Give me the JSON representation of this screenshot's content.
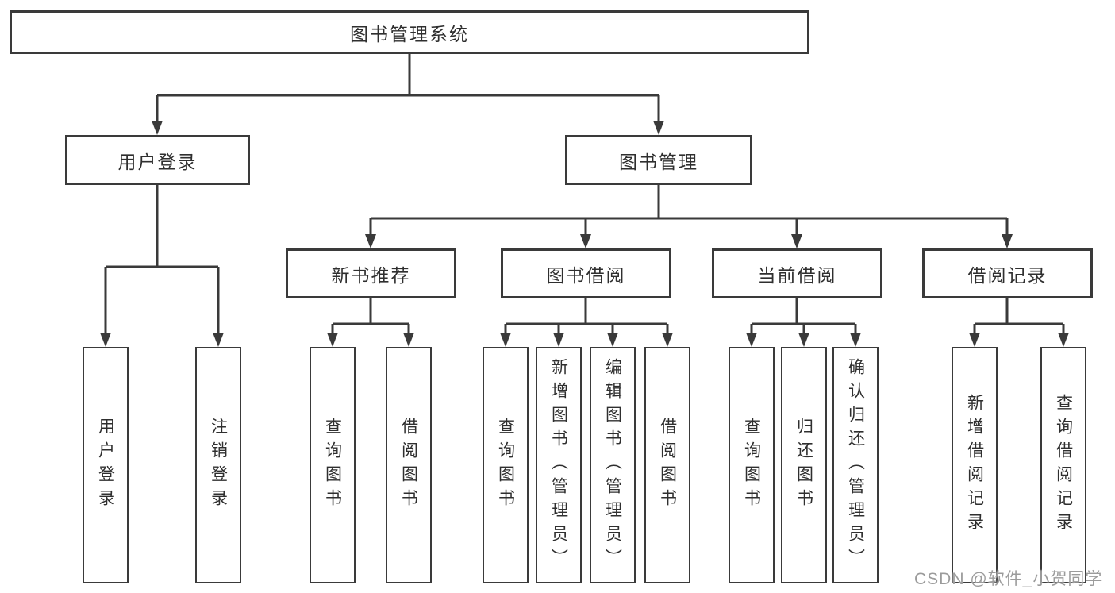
{
  "diagram": {
    "root": {
      "label": "图书管理系统"
    },
    "level2": {
      "user_login": {
        "label": "用户登录"
      },
      "book_management": {
        "label": "图书管理"
      }
    },
    "level3": {
      "new_book_recommend": {
        "label": "新书推荐"
      },
      "book_borrowing": {
        "label": "图书借阅"
      },
      "current_borrowing": {
        "label": "当前借阅"
      },
      "borrowing_records": {
        "label": "借阅记录"
      }
    },
    "leaves": {
      "user_login": {
        "label": "用户登录"
      },
      "logout": {
        "label": "注销登录"
      },
      "query_books_recommend": {
        "label": "查询图书"
      },
      "borrow_books_recommend": {
        "label": "借阅图书"
      },
      "query_books_borrowing": {
        "label": "查询图书"
      },
      "add_books_admin": {
        "label": "新增图书（管理员）"
      },
      "edit_books_admin": {
        "label": "编辑图书（管理员）"
      },
      "borrow_books_borrowing": {
        "label": "借阅图书"
      },
      "query_books_current": {
        "label": "查询图书"
      },
      "return_books": {
        "label": "归还图书"
      },
      "confirm_return_admin": {
        "label": "确认归还（管理员）"
      },
      "add_borrow_record": {
        "label": "新增借阅记录"
      },
      "query_borrow_record": {
        "label": "查询借阅记录"
      }
    }
  },
  "watermark": {
    "text": "CSDN @软件_小贺同学"
  },
  "colors": {
    "line": "#3a3a3a",
    "text": "#2f2f2f",
    "watermark": "#9b9b9b",
    "background": "#ffffff"
  }
}
